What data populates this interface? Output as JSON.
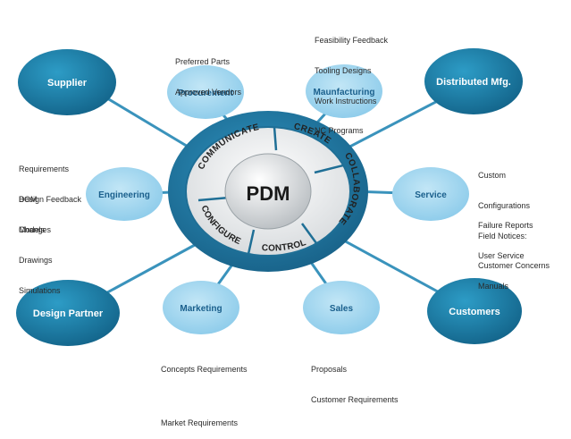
{
  "center": {
    "label": "PDM",
    "ring": [
      "COMMUNICATE",
      "CREATE",
      "COLLABORATE",
      "CONTROL",
      "CONFIGURE"
    ]
  },
  "nodes": {
    "supplier": "Supplier",
    "procurement": "Procurement",
    "manufacturing": "Maunfacturing",
    "distributed": "Distributed Mfg.",
    "engineering": "Engineering",
    "service": "Service",
    "design_partner": "Design Partner",
    "marketing": "Marketing",
    "sales": "Sales",
    "customers": "Customers"
  },
  "notes": {
    "procurement": [
      "Preferred Parts",
      "Approved Vendors"
    ],
    "manufacturing": [
      "Feasibility Feedback",
      "Tooling Designs",
      "Work Instructions",
      "NC Programs"
    ],
    "engineering_a": [
      "Requirements",
      "Design Feedback"
    ],
    "engineering_b": [
      "BOM",
      "Changes"
    ],
    "engineering_c": [
      "Models",
      "Drawings",
      "Simulations"
    ],
    "service_a": [
      "Custom",
      "Configurations",
      "Field Notices:",
      "Customer Concerns"
    ],
    "service_b": [
      "Failure Reports",
      "User Service",
      "Manuals"
    ],
    "marketing": [
      "Concepts Requirements",
      "",
      "Market Requirements"
    ],
    "sales": [
      "Proposals",
      "Customer Requirements"
    ]
  },
  "colors": {
    "dark_node": "#1d7ea6",
    "light_node": "#9ed4ee",
    "light_node_text": "#1a5f8c",
    "connector": "#3a93bc",
    "ring": "#1f6f96"
  }
}
